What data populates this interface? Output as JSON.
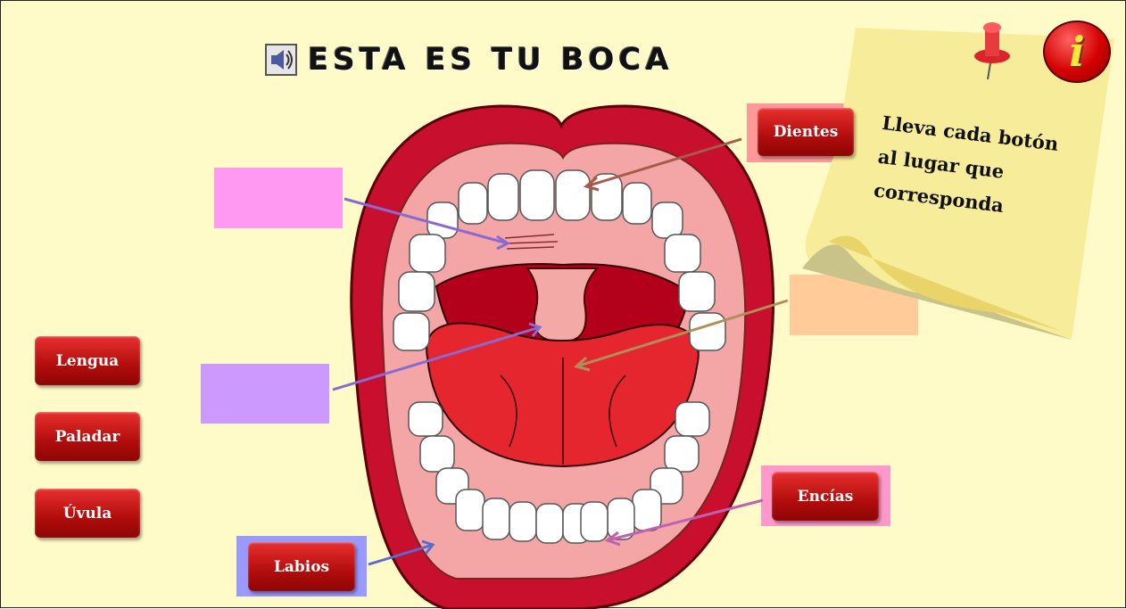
{
  "header": {
    "title": "ESTA ES TU BOCA",
    "audio_icon": "speaker-icon"
  },
  "instruction_note": {
    "line1": "Lleva cada botón",
    "line2": "al  lugar  que",
    "line3": "corresponda"
  },
  "top_right": {
    "pin_icon": "push-pin-icon",
    "info_icon": "info-icon",
    "info_glyph": "i"
  },
  "draggable_buttons": [
    {
      "label": "Lengua"
    },
    {
      "label": "Paladar"
    },
    {
      "label": "Úvula"
    }
  ],
  "placed_buttons": [
    {
      "label": "Dientes"
    },
    {
      "label": "Encías"
    },
    {
      "label": "Labios"
    }
  ],
  "drop_slot_colors": {
    "pink": "#ff99f2",
    "violet": "#cc99ff",
    "peach": "#ffcc99",
    "dientes_bg": "#ff9999",
    "encias_bg": "#ff99cc",
    "labios_bg": "#9999ff"
  },
  "colors": {
    "background": "#fffbc9",
    "button_red": "#c41412",
    "lip_red": "#c8102e",
    "tongue_red": "#e5262e"
  }
}
